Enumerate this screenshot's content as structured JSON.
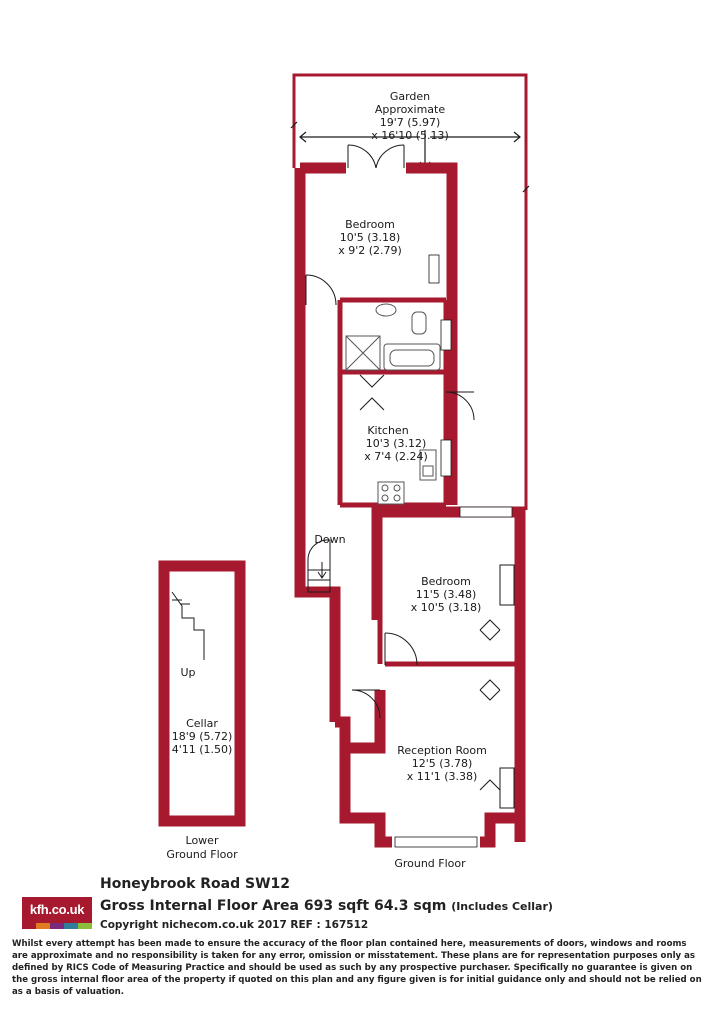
{
  "colors": {
    "wall": "#a6192e",
    "fixture": "#555555",
    "logo_stripes": [
      "#a6192e",
      "#e07b23",
      "#7a2a7d",
      "#2f7f9c",
      "#8bbc3a"
    ]
  },
  "rooms": {
    "garden": {
      "name": "Garden",
      "line2": "Approximate",
      "dim1": "19'7 (5.97)",
      "dim2": "x 16'10 (5.13)"
    },
    "bedroom1": {
      "name": "Bedroom",
      "dim1": "10'5 (3.18)",
      "dim2": "x 9'2 (2.79)"
    },
    "kitchen": {
      "name": "Kitchen",
      "dim1": "10'3 (3.12)",
      "dim2": "x 7'4 (2.24)"
    },
    "bedroom2": {
      "name": "Bedroom",
      "dim1": "11'5 (3.48)",
      "dim2": "x 10'5 (3.18)"
    },
    "reception": {
      "name": "Reception Room",
      "dim1": "12'5 (3.78)",
      "dim2": "x 11'1 (3.38)"
    },
    "cellar": {
      "name": "Cellar",
      "dim1": "18'9 (5.72)",
      "dim2": "4'11 (1.50)"
    }
  },
  "stairs": {
    "down": "Down",
    "up": "Up"
  },
  "floors": {
    "lower_line1": "Lower",
    "lower_line2": "Ground Floor",
    "ground": "Ground Floor"
  },
  "footer": {
    "title": "Honeybrook Road  SW12",
    "area": "Gross Internal Floor Area 693 sqft 64.3 sqm",
    "area_note": "(Includes Cellar)",
    "copyright": "Copyright nichecom.co.uk 2017 REF : 167512",
    "logo": "kfh.co.uk",
    "disclaimer": "Whilst every attempt has been made to ensure the accuracy of the floor plan contained here, measurements of doors, windows and rooms are approximate and no responsibility is taken for any error, omission or misstatement.  These plans are for representation purposes only as defined by RICS Code of Measuring Practice and should be used as such by any prospective purchaser.  Specifically no guarantee is given on the gross internal floor area of the property if quoted on this plan and any figure given is for initial guidance only and should not be relied on as a basis of valuation."
  }
}
